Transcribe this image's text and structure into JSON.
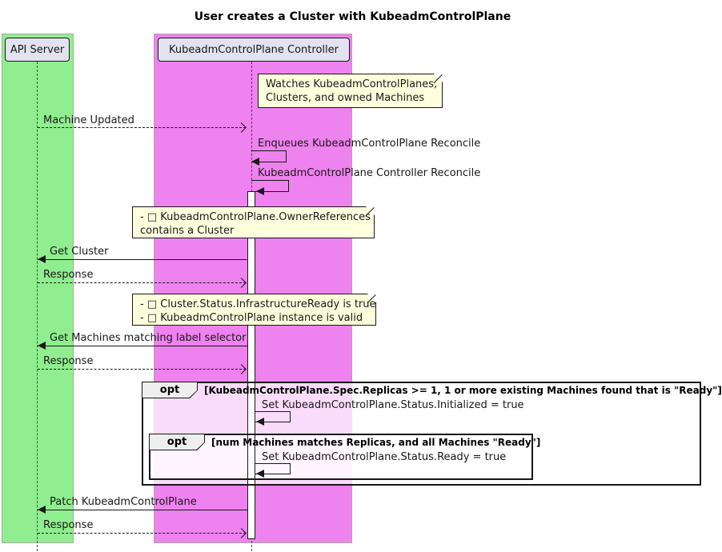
{
  "title": "User creates a Cluster with KubeadmControlPlane",
  "participants": [
    {
      "name": "API Server"
    },
    {
      "name": "KubeadmControlPlane Controller"
    }
  ],
  "colors": {
    "api_lane": "#90EE90",
    "controller_lane": "#EE82EE",
    "participant_fill": "#E2E2F0",
    "note_fill": "#FEFFDD",
    "frame_label_fill": "#EEEEEE",
    "line_color": "#181818"
  },
  "notes": [
    {
      "lines": [
        "Watches KubeadmControlPlanes,",
        "Clusters, and owned Machines"
      ]
    },
    {
      "lines": [
        "- □ KubeadmControlPlane.OwnerReferences",
        "contains a Cluster"
      ]
    },
    {
      "lines": [
        "- □ Cluster.Status.InfrastructureReady is true",
        "- □ KubeadmControlPlane instance is valid"
      ]
    }
  ],
  "messages": {
    "machine_updated": "Machine Updated",
    "enqueue": "Enqueues KubeadmControlPlane Reconcile",
    "reconcile": "KubeadmControlPlane Controller Reconcile",
    "get_cluster": "Get Cluster",
    "response_get_cluster": "Response",
    "get_machines": "Get Machines matching label selector",
    "response_get_machines": "Response",
    "set_initialized": "Set KubeadmControlPlane.Status.Initialized = true",
    "set_ready": "Set KubeadmControlPlane.Status.Ready = true",
    "patch": "Patch KubeadmControlPlane",
    "response_patch": "Response"
  },
  "fragments": {
    "outer": {
      "operator": "opt",
      "guard": "[KubeadmControlPlane.Spec.Replicas >= 1, 1 or more existing Machines found that is \"Ready\"]"
    },
    "inner": {
      "operator": "opt",
      "guard": "[num Machines matches Replicas, and all Machines \"Ready\"]"
    }
  }
}
